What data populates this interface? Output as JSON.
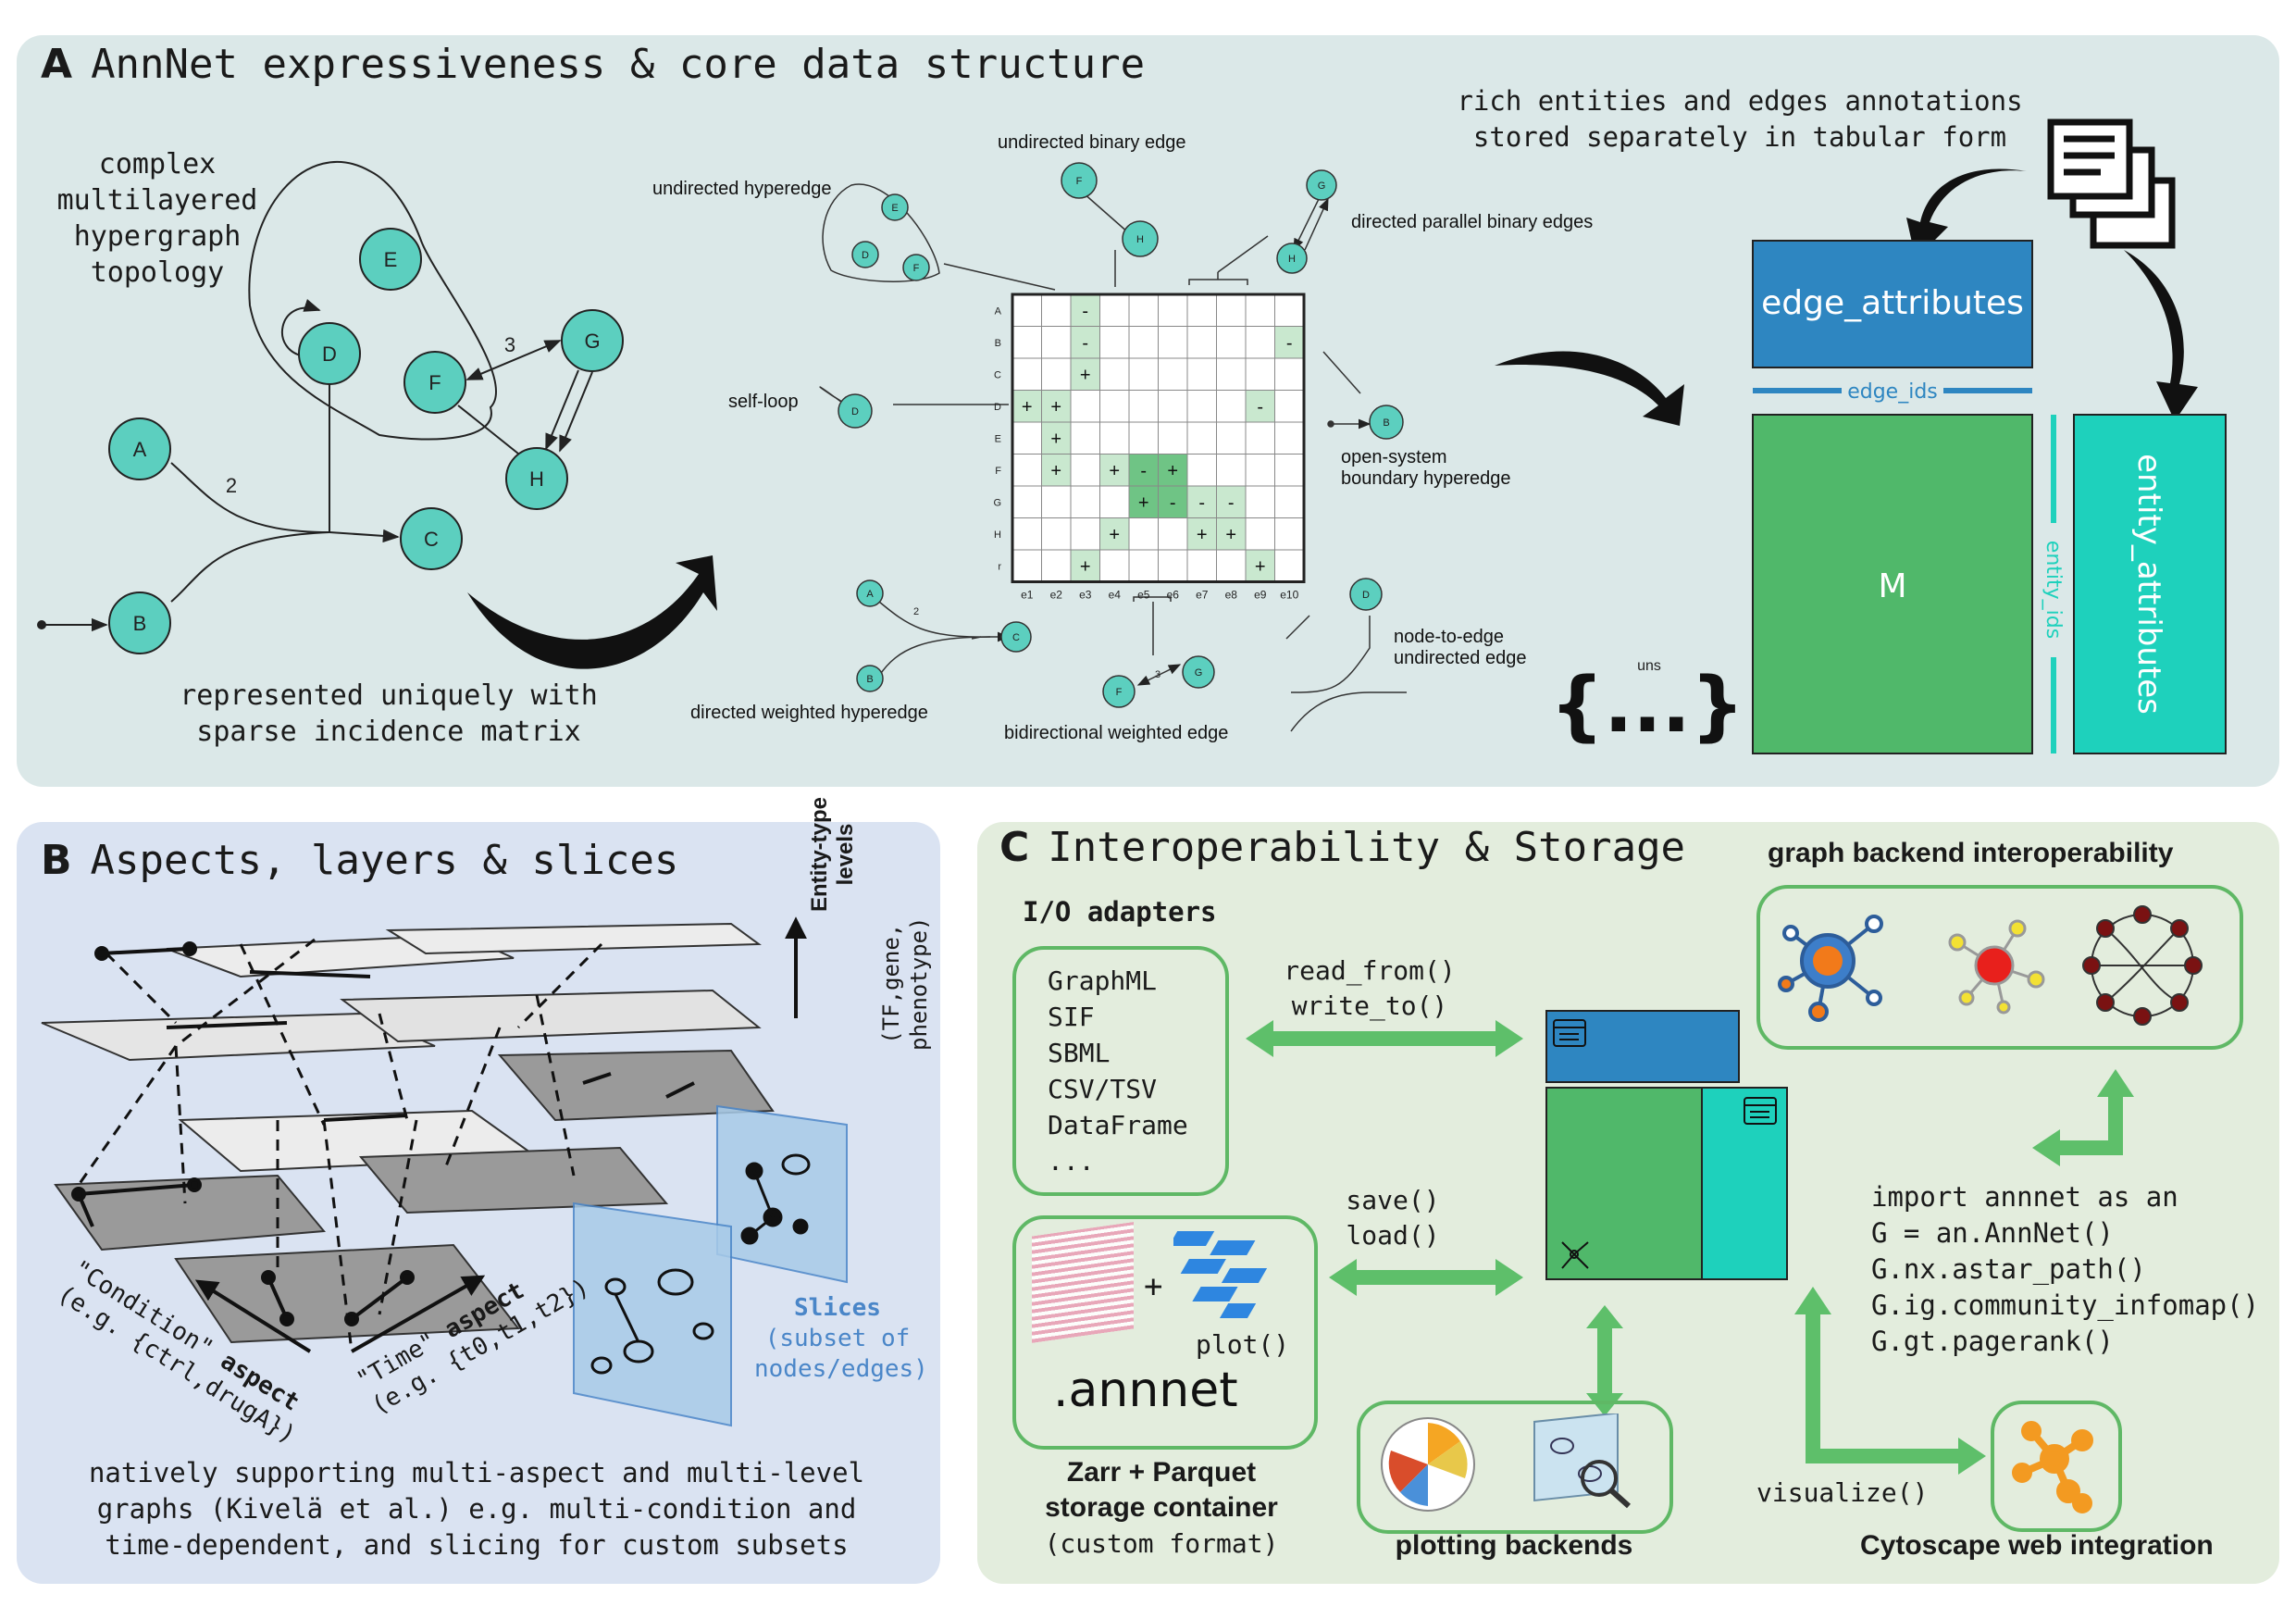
{
  "panel_a": {
    "letter": "A",
    "title": "AnnNet expressiveness & core data structure",
    "topology_label": [
      "complex",
      "multilayered",
      "hypergraph",
      "topology"
    ],
    "represented_label": [
      "represented uniquely with",
      "sparse incidence matrix"
    ],
    "annotation_label": [
      "rich entities and edges annotations",
      "stored separately in tabular form"
    ],
    "nodes": [
      "A",
      "B",
      "C",
      "D",
      "E",
      "F",
      "G",
      "H"
    ],
    "edge_weights": {
      "a_c": "2",
      "f_g": "3"
    },
    "callouts": {
      "undirected_hyperedge": "undirected hyperedge",
      "undirected_binary_edge": "undirected binary edge",
      "directed_parallel": "directed parallel binary edges",
      "self_loop": "self-loop",
      "open_system": [
        "open-system",
        "boundary hyperedge"
      ],
      "node_to_edge": [
        "node-to-edge",
        "undirected edge"
      ],
      "directed_weighted_hyperedge": "directed weighted hyperedge",
      "bidirectional_weighted_edge": "bidirectional weighted edge",
      "weight_2": "2",
      "weight_3": "3"
    },
    "matrix": {
      "row_labels": [
        "A",
        "B",
        "C",
        "D",
        "E",
        "F",
        "G",
        "H",
        "r"
      ],
      "col_labels": [
        "e1",
        "e2",
        "e3",
        "e4",
        "e5",
        "e6",
        "e7",
        "e8",
        "e9",
        "e10"
      ],
      "cells": [
        [
          "",
          "",
          "-",
          "",
          "",
          "",
          "",
          "",
          "",
          ""
        ],
        [
          "",
          "",
          "-",
          "",
          "",
          "",
          "",
          "",
          "",
          "-"
        ],
        [
          "",
          "",
          "+",
          "",
          "",
          "",
          "",
          "",
          "",
          ""
        ],
        [
          "+",
          "+",
          "",
          "",
          "",
          "",
          "",
          "",
          "-",
          ""
        ],
        [
          "",
          "+",
          "",
          "",
          "",
          "",
          "",
          "",
          "",
          ""
        ],
        [
          "",
          "+",
          "",
          "+",
          "-",
          "+",
          "",
          "",
          "",
          ""
        ],
        [
          "",
          "",
          "",
          "",
          "+",
          "-",
          "-",
          "-",
          "",
          ""
        ],
        [
          "",
          "",
          "",
          "+",
          "",
          "",
          "+",
          "+",
          "",
          ""
        ],
        [
          "",
          "",
          "+",
          "",
          "",
          "",
          "",
          "",
          "+",
          ""
        ]
      ]
    },
    "structure": {
      "edge_attributes": "edge_attributes",
      "edge_ids": "edge_ids",
      "matrix_label": "M",
      "entity_ids": "entity_ids",
      "entity_attributes": "entity_attributes",
      "uns_label": "uns",
      "uns_braces": "{...}"
    }
  },
  "panel_b": {
    "letter": "B",
    "title": "Aspects, layers & slices",
    "entity_axis": {
      "label": "Entity-type",
      "label2": "levels",
      "sub": "(TF,gene,",
      "sub2": "phenotype)"
    },
    "condition_axis": {
      "line1_plain": "\"Condition\"",
      "line1_bold": "aspect",
      "line2": "(e.g. {ctrl,drugA})"
    },
    "time_axis": {
      "line1_plain": "\"Time\"",
      "line1_bold": "aspect",
      "line2": "(e.g. {t0,t1,t2})"
    },
    "slices": {
      "title": "Slices",
      "sub1": "(subset of",
      "sub2": "nodes/edges)"
    },
    "caption": [
      "natively supporting multi-aspect and multi-level",
      "graphs (Kivelä et al.) e.g. multi-condition and",
      "time-dependent, and slicing for custom subsets"
    ]
  },
  "panel_c": {
    "letter": "C",
    "title": "Interoperability & Storage",
    "io_adapters_title": "I/O adapters",
    "io_formats": [
      "GraphML",
      "SIF",
      "SBML",
      "CSV/TSV",
      "DataFrame",
      "..."
    ],
    "read_write": [
      "read_from()",
      "write_to()"
    ],
    "save_load": [
      "save()",
      "load()"
    ],
    "annnet_ext": ".annnet",
    "plus": "+",
    "storage_caption": [
      "Zarr + Parquet",
      "storage container"
    ],
    "storage_sub": "(custom format)",
    "plot_fn": "plot()",
    "plotting_backends": "plotting backends",
    "visualize_fn": "visualize()",
    "cytoscape": "Cytoscape web integration",
    "graph_backend": "graph backend interoperability",
    "code": [
      "import annnet as an",
      "G = an.AnnNet()",
      "G.nx.astar_path()",
      "G.ig.community_infomap()",
      "G.gt.pagerank()"
    ]
  },
  "colors": {
    "panel_a_bg": "#dbe8e8",
    "panel_b_bg": "#dae3f2",
    "panel_c_bg": "#e3eddd",
    "node_teal": "#5ccfbf",
    "blue": "#2e86c1",
    "green": "#50b86a",
    "cyan": "#1ed1bc",
    "arrow_green": "#5ebf6a",
    "slice_blue": "#4a86c8"
  }
}
